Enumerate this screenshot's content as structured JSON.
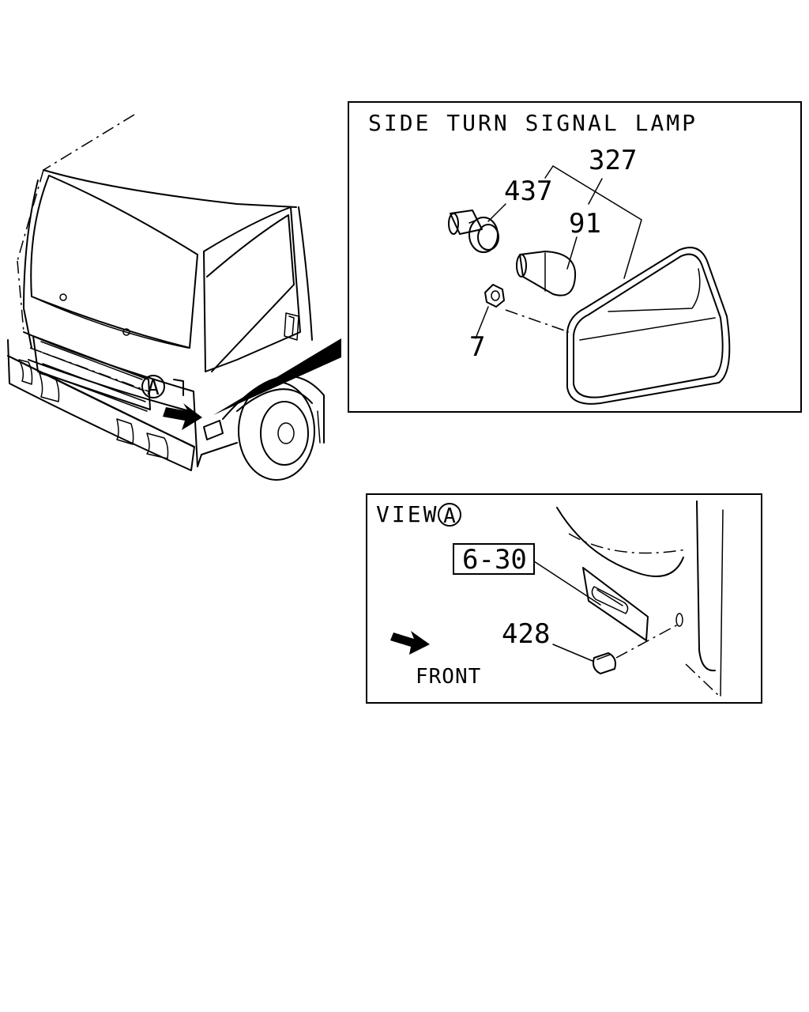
{
  "detail_box": {
    "title": "SIDE TURN SIGNAL LAMP",
    "callouts": {
      "assembly": "327",
      "socket": "437",
      "bulb": "91",
      "nut": "7"
    }
  },
  "view_box": {
    "title_prefix": "VIEW",
    "view_letter": "A",
    "reference": "6-30",
    "part": "428",
    "direction": "FRONT"
  },
  "main_view": {
    "view_marker": "A"
  }
}
